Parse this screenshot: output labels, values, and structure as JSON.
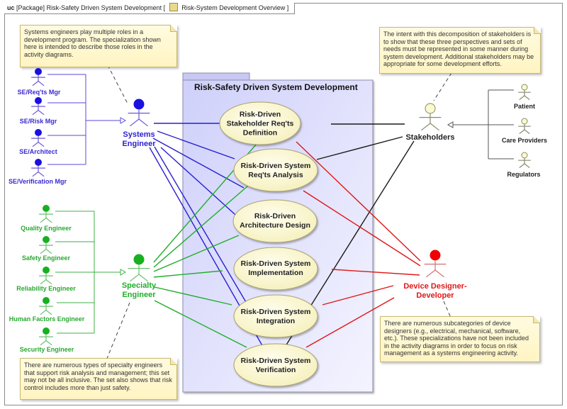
{
  "frame": {
    "kind": "uc",
    "type": "[Package]",
    "name": "Risk-Safety Driven System Development",
    "diagram_icon": "usecase-diagram-icon",
    "diagram_name": "Risk-System Development Overview",
    "bracket_open": "[",
    "bracket_close": "]"
  },
  "package": {
    "title": "Risk-Safety Driven System Development"
  },
  "use_cases": [
    {
      "id": "uc1",
      "label": "Risk-Driven\nStakeholder Req'ts\nDefinition"
    },
    {
      "id": "uc2",
      "label": "Risk-Driven System\nReq'ts Analysis"
    },
    {
      "id": "uc3",
      "label": "Risk-Driven\nArchitecture Design"
    },
    {
      "id": "uc4",
      "label": "Risk-Driven System\nImplementation"
    },
    {
      "id": "uc5",
      "label": "Risk-Driven System\nIntegration"
    },
    {
      "id": "uc6",
      "label": "Risk-Driven System\nVerification"
    }
  ],
  "actors": {
    "systems_engineer": {
      "label": "Systems\nEngineer",
      "color": "#2a1fd0"
    },
    "specialty_engineer": {
      "label": "Specialty\nEngineer",
      "color": "#1fae2a"
    },
    "stakeholders": {
      "label": "Stakeholders",
      "color": "#222222"
    },
    "device_designer": {
      "label": "Device Designer-\nDeveloper",
      "color": "#e01818"
    },
    "se_roles": [
      "SE/Req'ts Mgr",
      "SE/Risk Mgr",
      "SE/Architect",
      "SE/Verification Mgr"
    ],
    "specialty_roles": [
      "Quality Engineer",
      "Safety Engineer",
      "Reliability Engineer",
      "Human Factors Engineer",
      "Security Engineer"
    ],
    "stakeholder_roles": [
      "Patient",
      "Care Providers",
      "Regulators"
    ]
  },
  "notes": {
    "systems_engineer_note": "Systems engineers play multiple roles in a development program.  The specialization shown here is intended to describe those roles in the activity diagrams.",
    "stakeholders_note": "The intent with this decomposition of stakeholders is to show that these three perspectives and sets of needs must be represented in some manner during system development.  Additional stakeholders may be appropriate for some development efforts.",
    "specialty_note": "There are numerous types of specialty engineers that support risk analysis and management; this set may not be all inclusive.  The set also shows that risk control includes more than just safety.",
    "device_designer_note": "There are numerous subcategories of device designers (e.g., electrical, mechanical, software, etc.).  These specializations have not been included in the activity diagrams in order to focus on risk management as a systems engineering activity."
  },
  "colors": {
    "blue": "#2a1fd0",
    "green": "#1fae2a",
    "red": "#e01818",
    "black": "#1a1a1a",
    "stakeholder_head": "#fafad0",
    "usecase_fill": "#fffbd8",
    "package_fill": "#dcdcfa"
  }
}
